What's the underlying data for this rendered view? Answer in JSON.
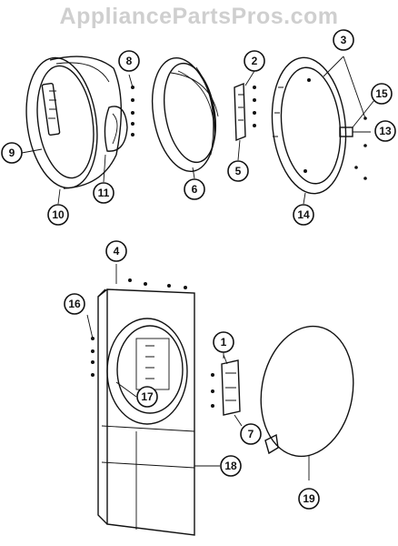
{
  "watermark": "AppliancePartsPros.com",
  "callouts": [
    {
      "id": "c1",
      "label": "1"
    },
    {
      "id": "c2",
      "label": "2"
    },
    {
      "id": "c3",
      "label": "3"
    },
    {
      "id": "c4",
      "label": "4"
    },
    {
      "id": "c5",
      "label": "5"
    },
    {
      "id": "c6",
      "label": "6"
    },
    {
      "id": "c7",
      "label": "7"
    },
    {
      "id": "c8",
      "label": "8"
    },
    {
      "id": "c9",
      "label": "9"
    },
    {
      "id": "c10",
      "label": "10"
    },
    {
      "id": "c11",
      "label": "11"
    },
    {
      "id": "c12",
      "label": "13"
    },
    {
      "id": "c13",
      "label": "14"
    },
    {
      "id": "c14",
      "label": "15"
    },
    {
      "id": "c15",
      "label": "16"
    },
    {
      "id": "c16",
      "label": "17"
    },
    {
      "id": "c17",
      "label": "18"
    },
    {
      "id": "c18",
      "label": "19"
    }
  ]
}
